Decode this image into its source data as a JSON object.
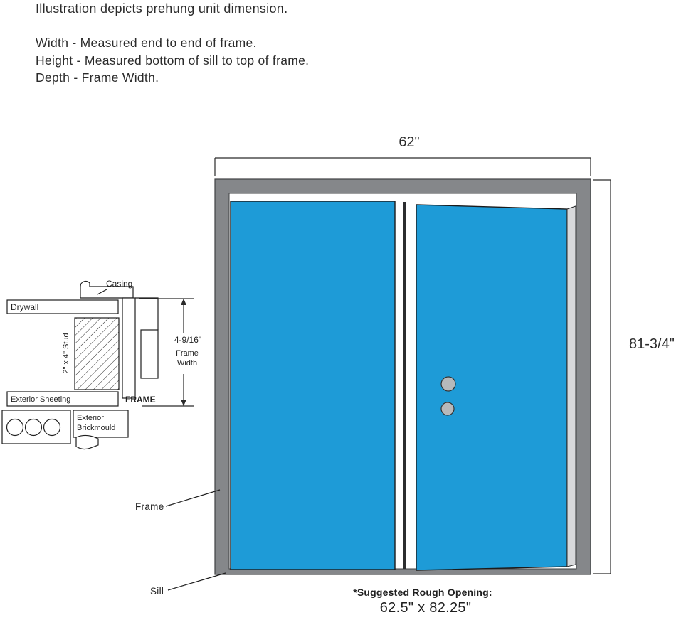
{
  "header": {
    "title": "Illustration depicts prehung unit dimension.",
    "width_line": "Width - Measured end to end of frame.",
    "height_line": "Height - Measured bottom of sill to top of frame.",
    "depth_line": "Depth - Frame Width."
  },
  "dimensions": {
    "width_label": "62\"",
    "height_label": "81-3/4\"",
    "frame_width_value": "4-9/16\"",
    "frame_width_word1": "Frame",
    "frame_width_word2": "Width"
  },
  "cross_section": {
    "casing_label": "Casing",
    "drywall_label": "Drywall",
    "stud_label": "2\" x 4\" Stud",
    "sheeting_label": "Exterior Sheeting",
    "frame_label": "FRAME",
    "brickmould_line1": "Exterior",
    "brickmould_line2": "Brickmould"
  },
  "callouts": {
    "frame_label": "Frame",
    "sill_label": "Sill"
  },
  "footer": {
    "rough_opening_label": "*Suggested Rough Opening:",
    "rough_opening_value": "62.5\" x 82.25\""
  },
  "colors": {
    "door_blue": "#1e9bd7",
    "frame_gray": "#85878a",
    "door_edge_gray": "#d8d9db",
    "knob_gray": "#b7b9bb"
  }
}
